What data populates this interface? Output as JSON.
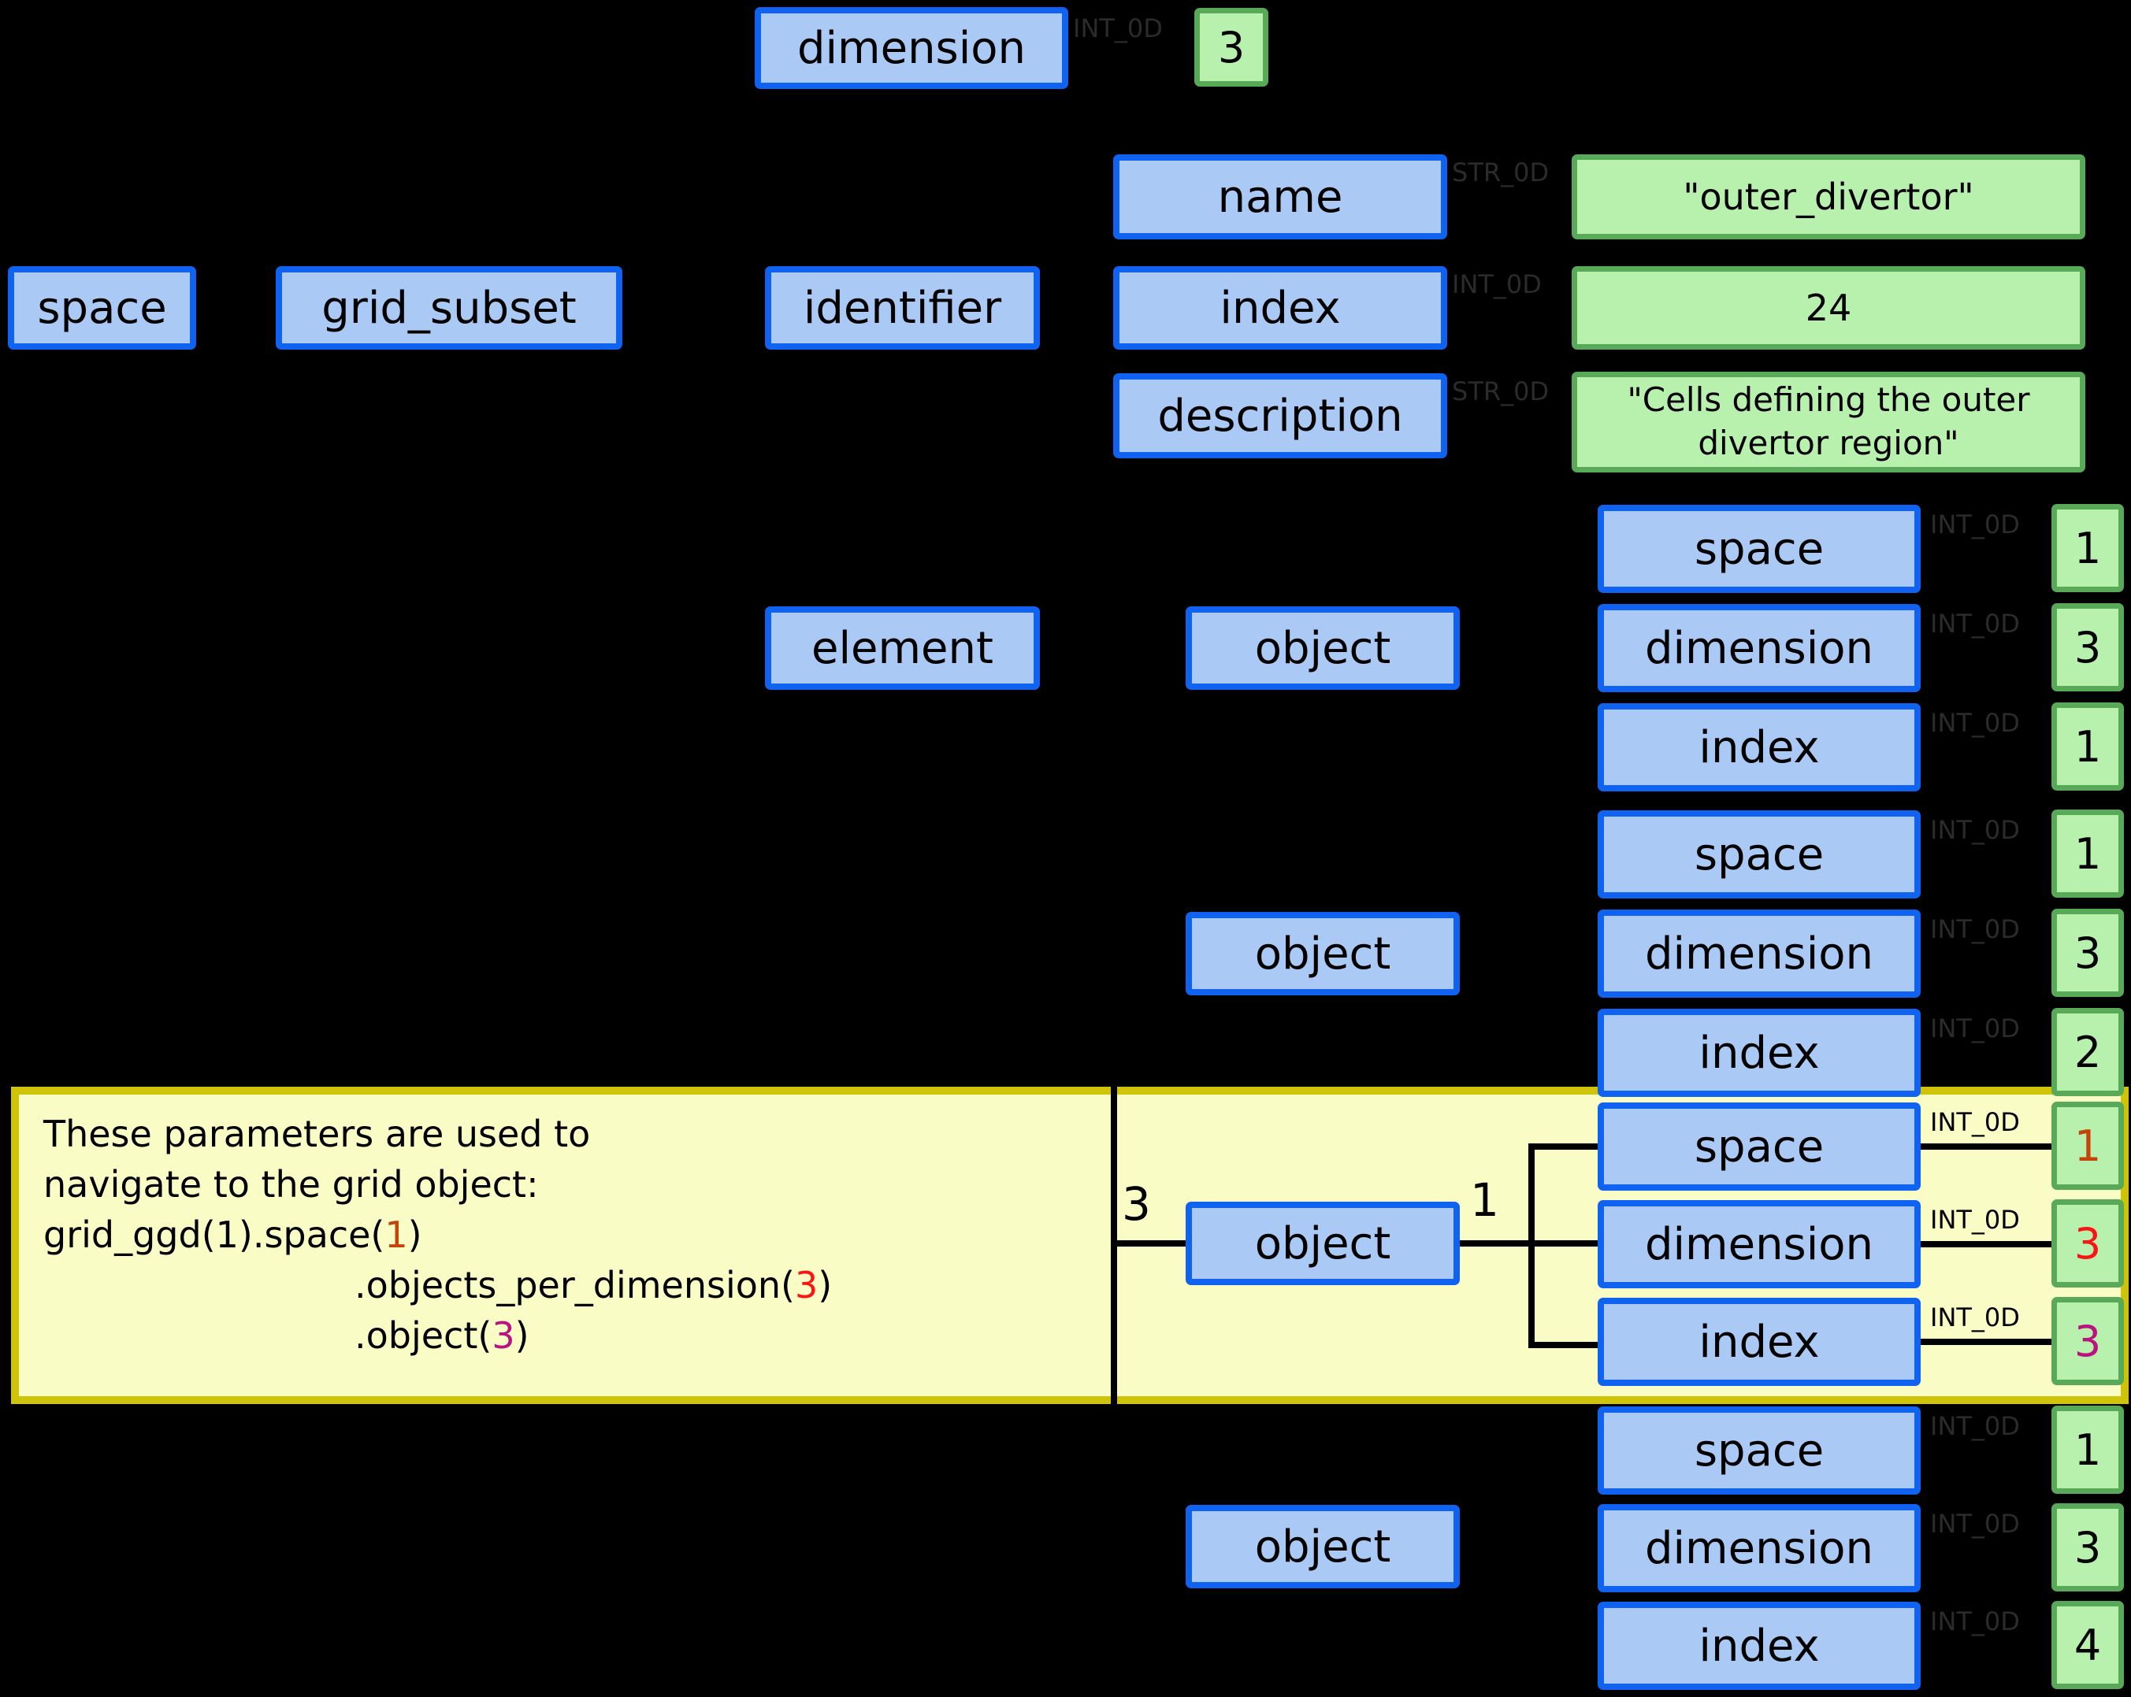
{
  "diagram": {
    "boxes": {
      "dimension": "dimension",
      "name": "name",
      "space": "space",
      "grid_subset": "grid_subset",
      "identifier": "identifier",
      "index": "index",
      "description": "description",
      "element": "element",
      "object": "object"
    },
    "type_labels": {
      "int": "INT_0D",
      "str": "STR_0D"
    },
    "values": {
      "dimension": "3",
      "name": "\"outer_divertor\"",
      "index": "24",
      "description": "\"Cells defining the outer divertor region\"",
      "g1": [
        "1",
        "3",
        "1"
      ],
      "g2": [
        "1",
        "3",
        "2"
      ],
      "g3": [
        "1",
        "3",
        "3"
      ],
      "g4": [
        "1",
        "3",
        "4"
      ]
    },
    "object_counts": {
      "count": "3",
      "index": "1"
    },
    "note": {
      "line1": "These parameters are used to",
      "line2": "navigate to the grid object:",
      "line3_pre": "grid_ggd(1).space(",
      "line3_num": "1",
      "line3_post": ")",
      "line4_pre": ".objects_per_dimension(",
      "line4_num": "3",
      "line4_post": ")",
      "line5_pre": ".object(",
      "line5_num": "3",
      "line5_post": ")"
    },
    "colors": {
      "background": "#000000",
      "node_border": "#1062f0",
      "node_fill": "#aac9f4",
      "value_border": "#58a958",
      "value_fill": "#b8f0ad",
      "note_fill": "#fafcc6",
      "note_border": "#cfc40a",
      "type_label": "#2b2b2b",
      "highlight_space": "#c4440a",
      "highlight_dimension": "#fa1414",
      "highlight_index": "#ba1280"
    }
  }
}
